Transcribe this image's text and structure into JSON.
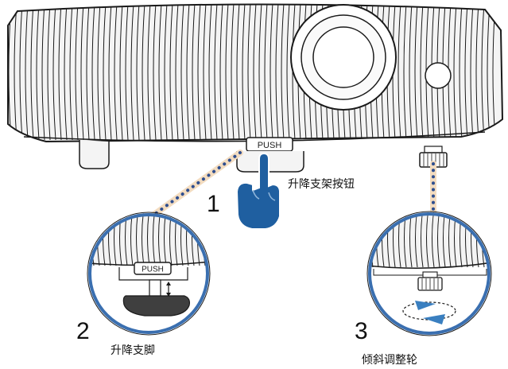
{
  "labels": {
    "push_main": "PUSH",
    "push_zoom": "PUSH",
    "step1_number": "1",
    "step2_number": "2",
    "step3_number": "3",
    "step1_caption": "升降支架按钮",
    "step2_caption": "升降支脚",
    "step3_caption": "倾斜调整轮"
  },
  "colors": {
    "body_fill": "#f4f4f4",
    "outline": "#1a1a1a",
    "hand": "#1f5fa0",
    "callout_ring": "#3a6fb0",
    "dotted_leader": "#2e4e8f",
    "leader_halo": "#f3dcc0",
    "arrow": "#3a7fc0"
  },
  "icons": {
    "hand": "pointing-hand-icon",
    "vertical_arrow": "up-down-arrow-icon",
    "rotation": "rotation-arrows-icon"
  }
}
